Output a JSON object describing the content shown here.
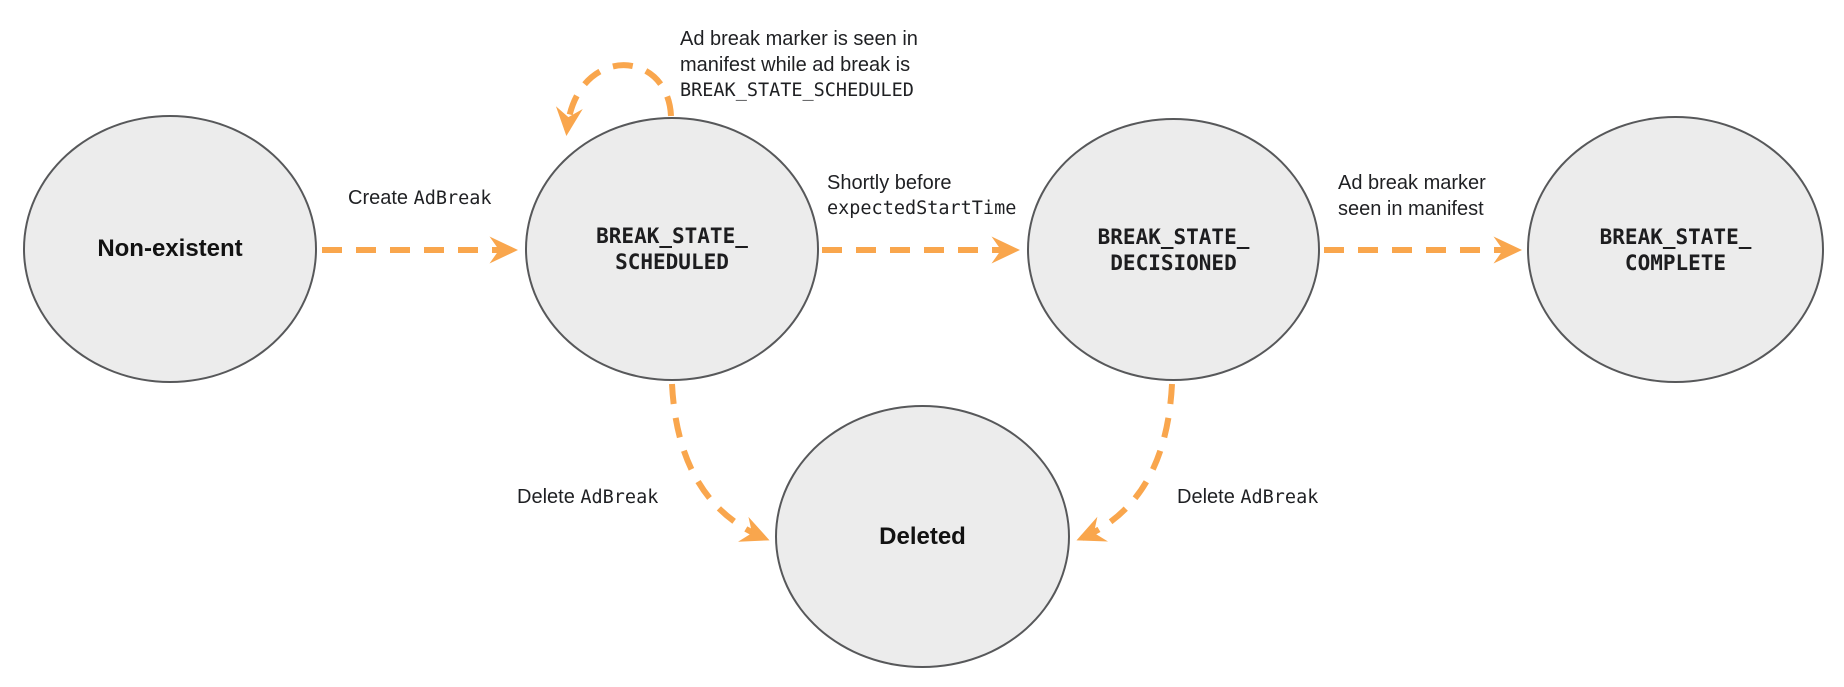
{
  "states": {
    "non_existent": {
      "label": "Non-existent"
    },
    "scheduled": {
      "line1": "BREAK_STATE_",
      "line2": "SCHEDULED"
    },
    "decisioned": {
      "line1": "BREAK_STATE_",
      "line2": "DECISIONED"
    },
    "complete": {
      "line1": "BREAK_STATE_",
      "line2": "COMPLETE"
    },
    "deleted": {
      "label": "Deleted"
    }
  },
  "transitions": {
    "create": {
      "plain": "Create",
      "code": "AdBreak"
    },
    "self_loop": {
      "line1": "Ad break marker is seen in",
      "line2": "manifest while ad break is",
      "code_line": "BREAK_STATE_SCHEDULED"
    },
    "to_decisioned": {
      "plain": "Shortly before",
      "code": "expectedStartTime"
    },
    "to_complete": {
      "line1": "Ad break marker",
      "line2": "seen in manifest"
    },
    "delete_from_scheduled": {
      "plain": "Delete",
      "code": "AdBreak"
    },
    "delete_from_decisioned": {
      "plain": "Delete",
      "code": "AdBreak"
    }
  },
  "colors": {
    "arrow_stroke": "#f9a64d",
    "node_fill": "#ececec",
    "node_border": "#57585a",
    "label_text": "#1f2023"
  }
}
